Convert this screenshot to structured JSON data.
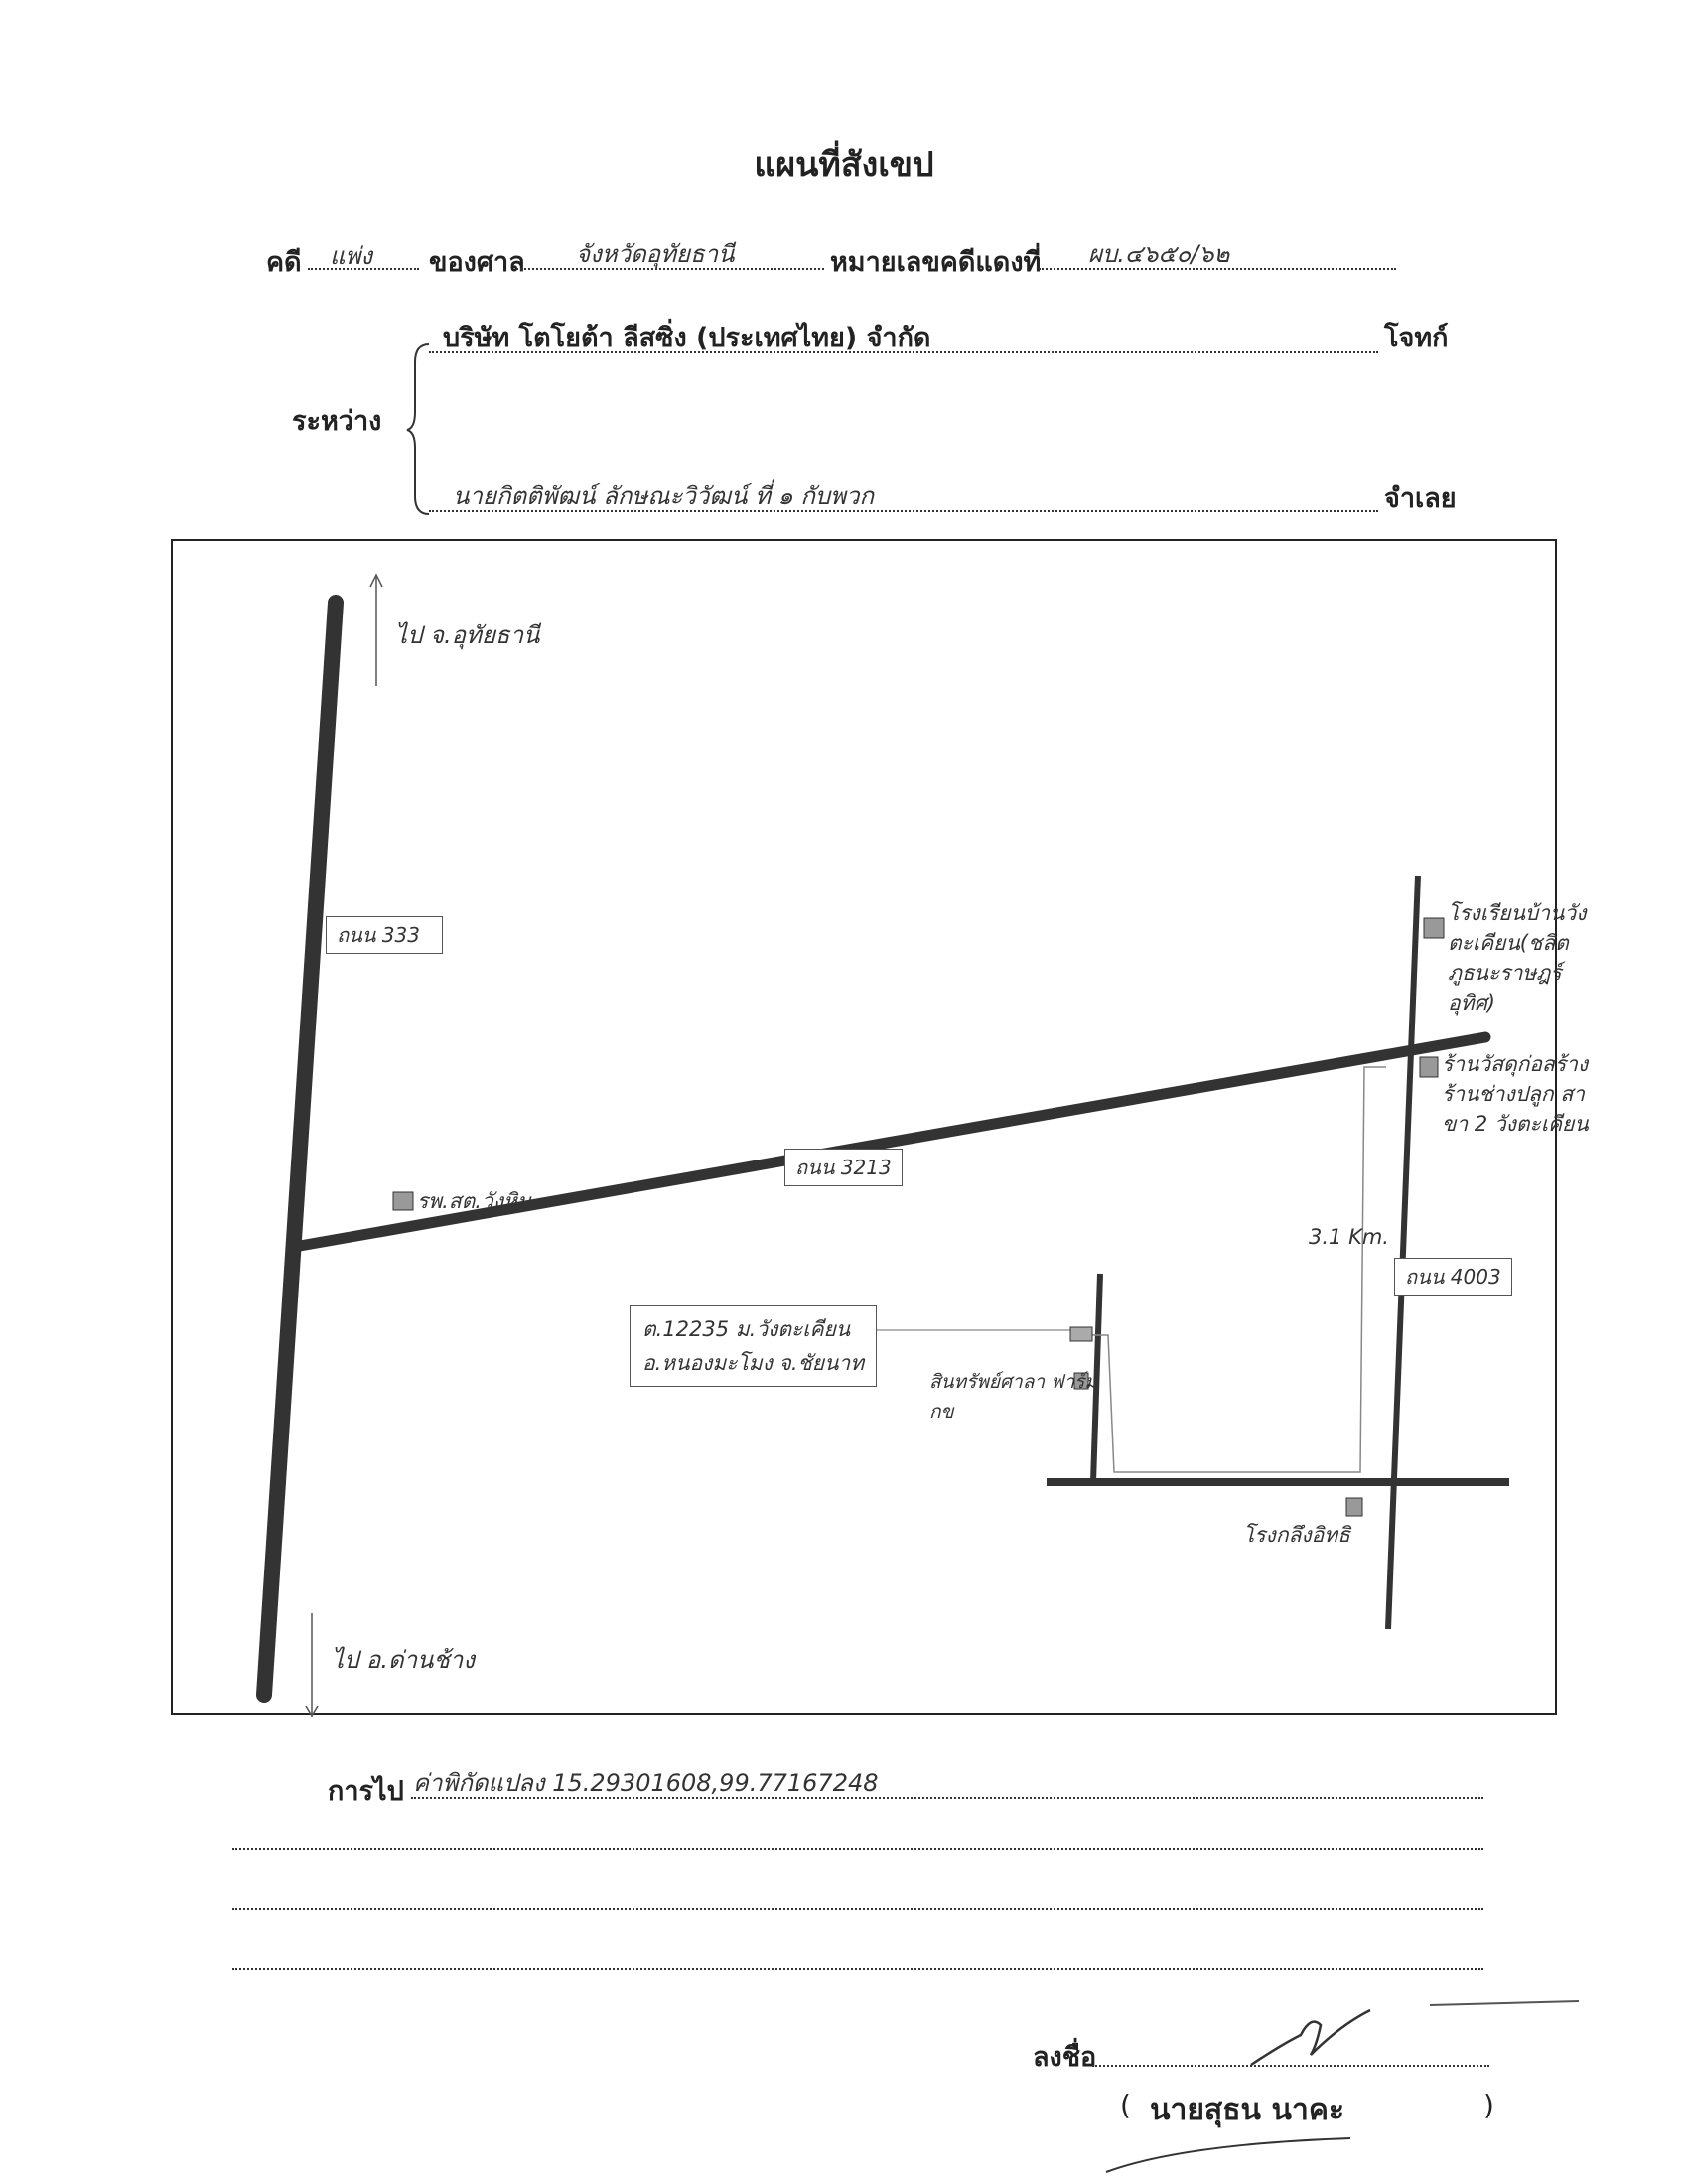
{
  "header": {
    "title": "แผนที่สังเขป",
    "case_label": "คดี",
    "case_type": "แพ่ง",
    "court_label": "ของศาล",
    "court_name": "จังหวัดอุทัยธานี",
    "red_case_label": "หมายเลขคดีแดงที่",
    "red_case_number": "ผบ.๔๖๕๐/๖๒"
  },
  "parties": {
    "between_label": "ระหว่าง",
    "plaintiff": "บริษัท โตโยต้า ลีสซิ่ง (ประเทศไทย) จำกัด",
    "plaintiff_role": "โจทก์",
    "defendant": "นายกิตติพัฒน์ ลักษณะวิวัฒน์ ที่ ๑ กับพวก",
    "defendant_role": "จำเลย"
  },
  "map": {
    "to_north": "ไป จ.อุทัยธานี",
    "to_south": "ไป อ.ด่านช้าง",
    "road_left": "ถนน 333",
    "road_diag": "ถนน 3213",
    "road_right": "ถนน 4003",
    "landmark_hospital": "รพ.สต.วังหิน",
    "landmark_school": [
      "โรงเรียนบ้านวัง",
      "ตะเคียน(ชลิต",
      "ภูธนะราษฎร์",
      "อุทิศ)"
    ],
    "landmark_shop": [
      "ร้านวัสดุก่อสร้าง",
      "ร้านช่างปลูก สา",
      "ขา 2 วังตะเคียน"
    ],
    "distance": "3.1 Km.",
    "target_address": [
      "ต.12235 ม.วังตะเคียน",
      "อ.หนองมะโมง จ.ชัยนาท"
    ],
    "landmark_temple": [
      "สินทรัพย์ศาลา ฟาร์ม",
      "กข"
    ],
    "landmark_factory": "โรงกลึงอิทธิ"
  },
  "directions": {
    "label": "การไป",
    "text": "ค่าพิกัดแปลง 15.29301608,99.77167248"
  },
  "signature": {
    "sign_label": "ลงชื่อ",
    "name": "นายสุธน นาคะ",
    "open_paren": "(",
    "close_paren": ")"
  }
}
